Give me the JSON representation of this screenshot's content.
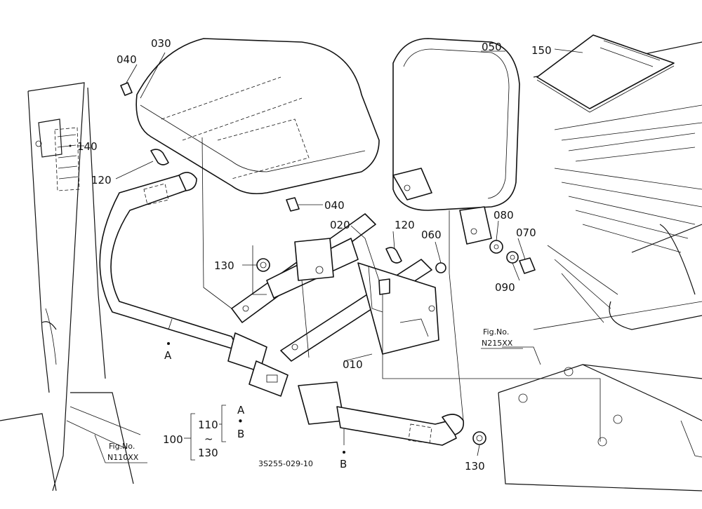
{
  "parts": {
    "p010": "010",
    "p020": "020",
    "p030": "030",
    "p040a": "040",
    "p040b": "040",
    "p050": "050",
    "p060": "060",
    "p070": "070",
    "p080": "080",
    "p090": "090",
    "p100": "100",
    "p110": "110",
    "p120a": "120",
    "p120b": "120",
    "p130a": "130",
    "p130b": "130",
    "p130c": "130",
    "p140": "140",
    "p150": "150"
  },
  "markers": {
    "a": "A",
    "b": "B",
    "legend_a": "A",
    "legend_b": "B",
    "tilde": "~",
    "dot": "•"
  },
  "figrefs": {
    "n110_title": "Fig.No.",
    "n110_code": "N110XX",
    "n215_title": "Fig.No.",
    "n215_code": "N215XX"
  },
  "drawing_code": "3S255-029-10"
}
